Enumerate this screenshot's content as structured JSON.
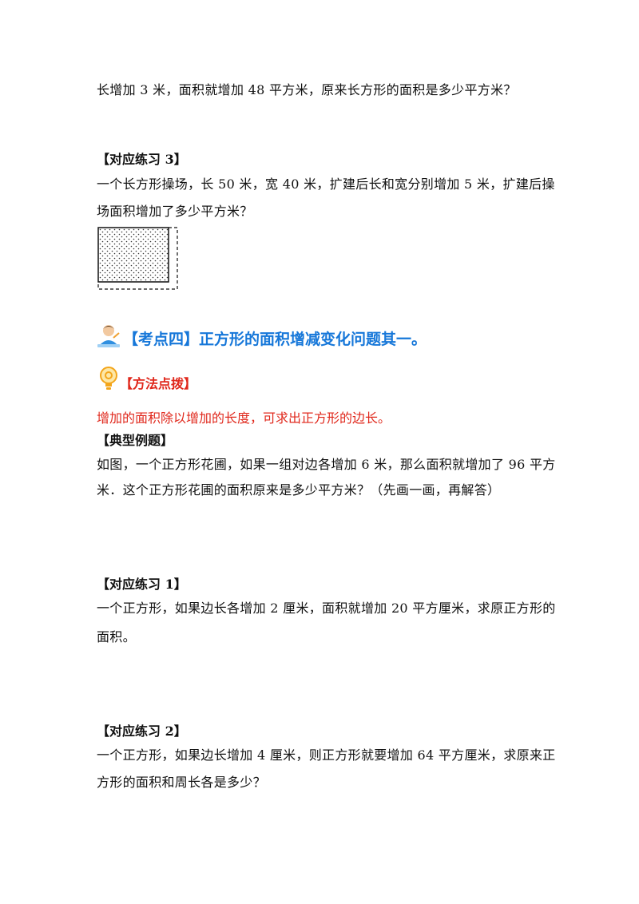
{
  "colors": {
    "section_blue": "#1677d9",
    "method_red": "#e0281c",
    "text": "#111111"
  },
  "icons": {
    "section_icon": "student-writing-icon",
    "method_icon": "lightbulb-icon"
  },
  "problem_tail": "长增加 3 米，面积就增加 48 平方米，原来长方形的面积是多少平方米？",
  "practice3": {
    "heading": "【对应练习 3】",
    "line1": "一个长方形操场，长 50 米，宽 40 米，扩建后长和宽分别增加 5 米，扩建后操",
    "line2": "场面积增加了多少平方米？"
  },
  "section4": {
    "title": "【考点四】正方形的面积增减变化问题其一。"
  },
  "method": {
    "title": "【方法点拨】",
    "text": "增加的面积除以增加的长度，可求出正方形的边长。"
  },
  "example": {
    "heading": "【典型例题】",
    "line1": "如图，一个正方形花圃，如果一组对边各增加 6 米，那么面积就增加了 96 平方",
    "line2": "米．这个正方形花圃的面积原来是多少平方米？（先画一画，再解答）"
  },
  "practice1": {
    "heading": "【对应练习 1】",
    "line1": "一个正方形，如果边长各增加 2 厘米，面积就增加 20 平方厘米，求原正方形的",
    "line2": "面积。"
  },
  "practice2": {
    "heading": "【对应练习 2】",
    "line1": "一个正方形，如果边长增加 4 厘米，则正方形就要增加 64 平方厘米，求原来正",
    "line2": "方形的面积和周长各是多少？"
  }
}
